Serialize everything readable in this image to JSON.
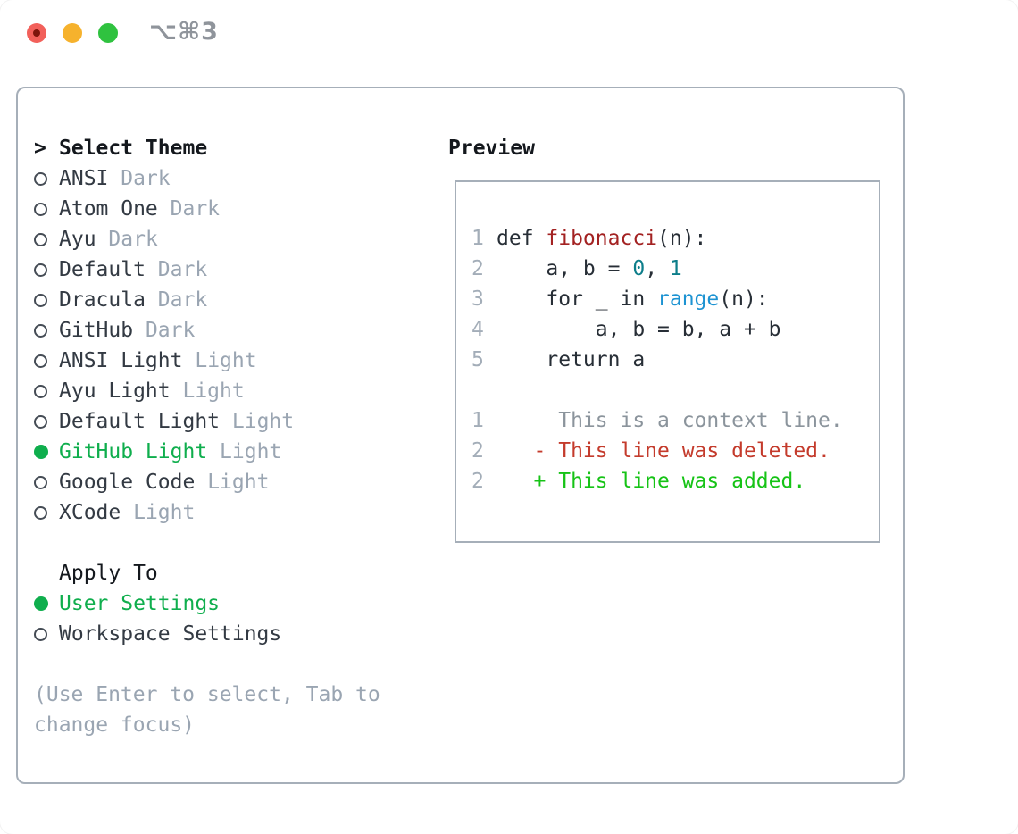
{
  "titlebar": {
    "shortcut": "⌥⌘3"
  },
  "picker": {
    "header_prefix": ">",
    "header_label": "Select Theme",
    "themes": [
      {
        "name": "ANSI",
        "variant": "Dark",
        "selected": false
      },
      {
        "name": "Atom One",
        "variant": "Dark",
        "selected": false
      },
      {
        "name": "Ayu",
        "variant": "Dark",
        "selected": false
      },
      {
        "name": "Default",
        "variant": "Dark",
        "selected": false
      },
      {
        "name": "Dracula",
        "variant": "Dark",
        "selected": false
      },
      {
        "name": "GitHub",
        "variant": "Dark",
        "selected": false
      },
      {
        "name": "ANSI Light",
        "variant": "Light",
        "selected": false
      },
      {
        "name": "Ayu Light",
        "variant": "Light",
        "selected": false
      },
      {
        "name": "Default Light",
        "variant": "Light",
        "selected": false
      },
      {
        "name": "GitHub Light",
        "variant": "Light",
        "selected": true
      },
      {
        "name": "Google Code",
        "variant": "Light",
        "selected": false
      },
      {
        "name": "XCode",
        "variant": "Light",
        "selected": false
      }
    ],
    "apply_to_label": "Apply To",
    "apply_options": [
      {
        "name": "User Settings",
        "selected": true
      },
      {
        "name": "Workspace Settings",
        "selected": false
      }
    ],
    "hint_lines": [
      "(Use Enter to select, Tab to",
      "change focus)"
    ]
  },
  "preview": {
    "label": "Preview",
    "code_lines": [
      {
        "num": "1",
        "segments": [
          {
            "t": "def ",
            "c": "text"
          },
          {
            "t": "fibonacci",
            "c": "function"
          },
          {
            "t": "(n):",
            "c": "text"
          }
        ]
      },
      {
        "num": "2",
        "segments": [
          {
            "t": "    a, b = ",
            "c": "text"
          },
          {
            "t": "0",
            "c": "number"
          },
          {
            "t": ", ",
            "c": "text"
          },
          {
            "t": "1",
            "c": "number"
          }
        ]
      },
      {
        "num": "3",
        "segments": [
          {
            "t": "    for _ in ",
            "c": "text"
          },
          {
            "t": "range",
            "c": "builtin"
          },
          {
            "t": "(n):",
            "c": "text"
          }
        ]
      },
      {
        "num": "4",
        "segments": [
          {
            "t": "        a, b = b, a + b",
            "c": "text"
          }
        ]
      },
      {
        "num": "5",
        "segments": [
          {
            "t": "    return a",
            "c": "text"
          }
        ]
      }
    ],
    "diff_lines": [
      {
        "num": "1",
        "segments": [
          {
            "t": "     This is a context line.",
            "c": "context"
          }
        ]
      },
      {
        "num": "2",
        "segments": [
          {
            "t": "   - This line was deleted.",
            "c": "deleted"
          }
        ]
      },
      {
        "num": "2",
        "segments": [
          {
            "t": "   + This line was added.",
            "c": "added"
          }
        ]
      }
    ]
  },
  "colors": {
    "panel_border": "#a6afb9",
    "header_text": "#14181d",
    "item_text": "#333a43",
    "muted_gray": "#9aa5b2",
    "selected_green": "#0fae4d",
    "added_green": "#16c316",
    "deleted_red": "#c43b2c",
    "function_red": "#a32222",
    "number_teal": "#0d7e8a",
    "builtin_blue": "#1d93d2",
    "line_number_gray": "#a3adb8",
    "context_gray": "#8b949c",
    "code_text": "#272e36",
    "titlebar_text": "#8f949b",
    "traffic_red": "#f2605a",
    "traffic_yellow": "#f6b22d",
    "traffic_green": "#2fc23f"
  }
}
